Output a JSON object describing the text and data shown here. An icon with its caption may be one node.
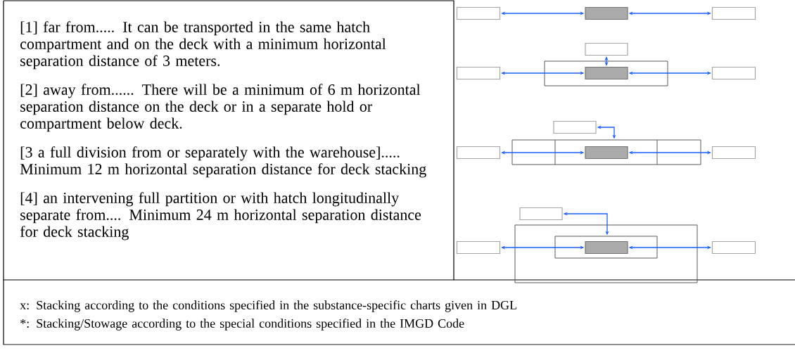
{
  "diagram": {
    "nodes": [
      {
        "text": [],
        "shape": "box"
      },
      {
        "text": [],
        "shape": "box"
      },
      {
        "text": [],
        "shape": "box"
      },
      {
        "text": [],
        "shape": "box"
      },
      {
        "text": [],
        "shape": "box"
      },
      {
        "text": [],
        "shape": "box"
      },
      {
        "text": [],
        "shape": "box",
        "in": 4
      },
      {
        "text": [],
        "shape": "box"
      },
      {
        "text": [],
        "shape": "box"
      },
      {
        "text": [],
        "shape": "box"
      },
      {
        "text": [],
        "shape": "box"
      },
      {
        "text": [],
        "shape": "box",
        "in": 9
      },
      {
        "text": [],
        "shape": "box"
      },
      {
        "text": [],
        "shape": "box"
      },
      {
        "text": [],
        "shape": "box"
      },
      {
        "text": [],
        "shape": "box",
        "in": 14
      },
      {
        "text": [],
        "shape": "box"
      },
      {
        "text": [],
        "shape": "box",
        "in": 15
      },
      {
        "text": [],
        "shape": "box"
      }
    ],
    "edges": [
      {
        "from": 0,
        "to": 1,
        "arrow": "both"
      },
      {
        "from": 1,
        "to": 2,
        "arrow": "both"
      },
      {
        "from": 3,
        "to": 6,
        "arrow": "both"
      },
      {
        "from": 5,
        "to": 6,
        "arrow": "both"
      },
      {
        "from": 6,
        "to": 7,
        "arrow": "both"
      },
      {
        "from": 8,
        "to": 9,
        "arrow": "both"
      },
      {
        "from": 10,
        "to": 11,
        "arrow": "both"
      },
      {
        "from": 11,
        "to": 12,
        "arrow": "both"
      },
      {
        "from": 13,
        "to": 15,
        "arrow": "both"
      },
      {
        "from": 16,
        "to": 17,
        "arrow": "both"
      },
      {
        "from": 17,
        "to": 18,
        "arrow": "both"
      }
    ],
    "labels": [
      "[1] far from..... It can be transported in the same hatch compartment and on the deck with a minimum horizontal separation distance of 3 meters.",
      "[2] away from...... There will be a minimum of 6 m horizontal separation distance on the deck or in a separate hold or compartment below deck.",
      "[3 a full division from or separately with the warehouse]..... Minimum 12 m horizontal separation distance for deck stacking",
      "[4] an intervening full partition or with hatch longitudinally separate from.... Minimum 24 m horizontal separation distance for deck stacking",
      "x: Stacking according to the conditions specified in the substance-specific charts given in DGL",
      "*: Stacking/Stowage according to the special conditions specified in the IMGD Code"
    ]
  }
}
